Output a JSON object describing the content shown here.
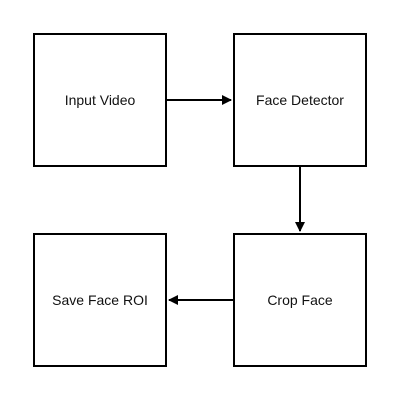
{
  "diagram": {
    "nodes": [
      {
        "id": "input",
        "label": "Input Video"
      },
      {
        "id": "detector",
        "label": "Face Detector"
      },
      {
        "id": "crop",
        "label": "Crop Face"
      },
      {
        "id": "save",
        "label": "Save Face ROI"
      }
    ],
    "edges": [
      {
        "from": "input",
        "to": "detector"
      },
      {
        "from": "detector",
        "to": "crop"
      },
      {
        "from": "crop",
        "to": "save"
      }
    ],
    "colors": {
      "stroke": "#000000",
      "background": "#ffffff",
      "text": "#111111"
    }
  }
}
